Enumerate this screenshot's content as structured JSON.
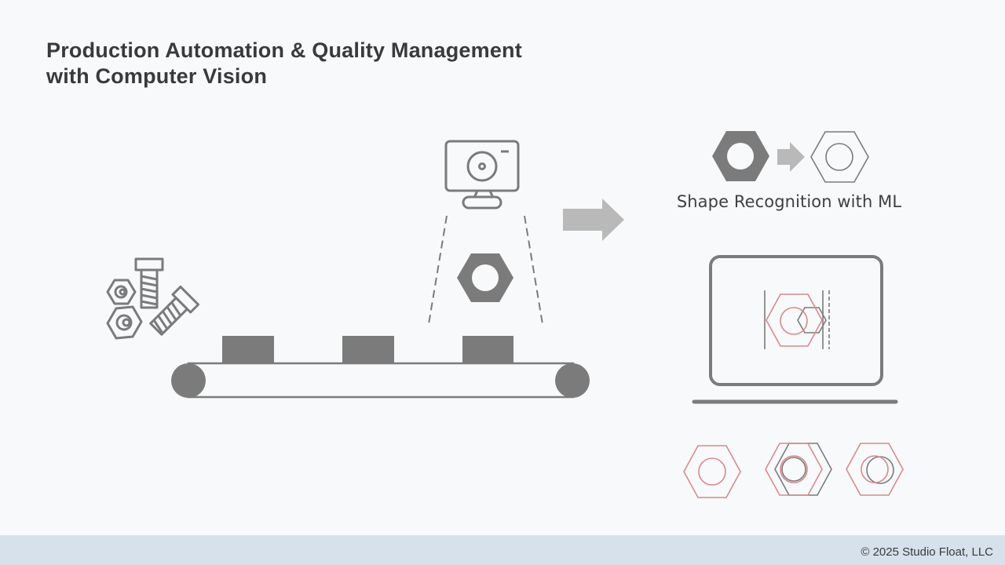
{
  "slide": {
    "title_line1": "Production Automation & Quality Management",
    "title_line2": "with Computer Vision",
    "shape_recognition_caption": "Shape Recognition with ML",
    "copyright": "© 2025 Studio Float, LLC"
  },
  "colors": {
    "background": "#f7f9fb",
    "icon_dark": "#7b7b7b",
    "arrow_light": "#b9b9b9",
    "defect_outline": "#d98a8a",
    "footer": "#d6e1ec",
    "text": "#3a3a3a"
  },
  "icons": [
    "parts-pile-icon",
    "conveyor-belt-icon",
    "camera-monitor-icon",
    "hex-nut-icon",
    "process-arrow-icon",
    "laptop-icon",
    "defect-sample-icon"
  ]
}
